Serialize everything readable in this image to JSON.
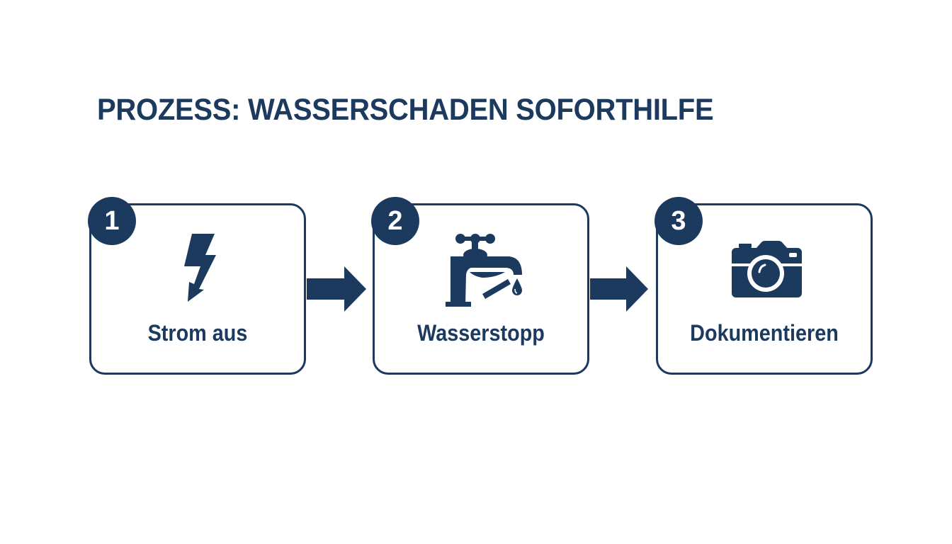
{
  "title": "PROZESS: WASSERSCHADEN SOFORTHILFE",
  "colors": {
    "primary": "#1c3a5e",
    "background": "#ffffff"
  },
  "steps": [
    {
      "number": "1",
      "label": "Strom aus",
      "icon": "lightning-bolt-icon"
    },
    {
      "number": "2",
      "label": "Wasserstopp",
      "icon": "water-tap-icon"
    },
    {
      "number": "3",
      "label": "Dokumentieren",
      "icon": "camera-icon"
    }
  ],
  "connectors": [
    "arrow-right-icon",
    "arrow-right-icon"
  ]
}
